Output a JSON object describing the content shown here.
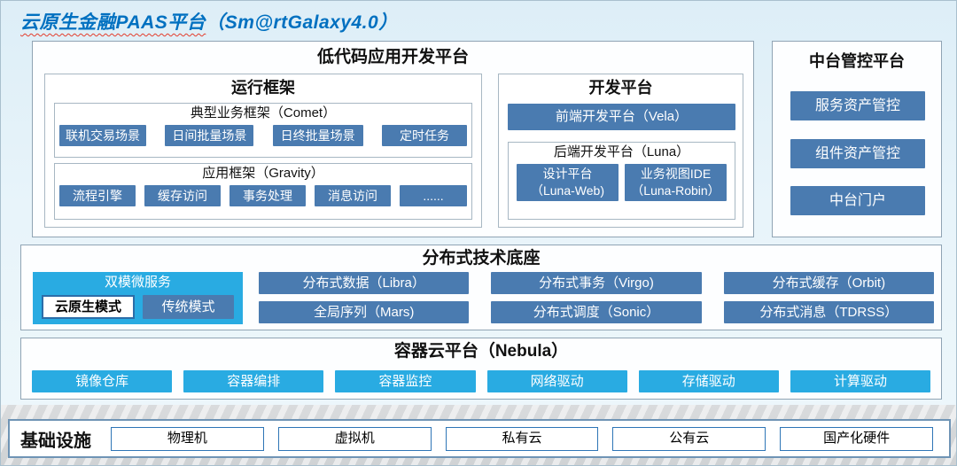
{
  "title": {
    "main": "云原生金融PAAS平台",
    "suffix": "（Sm@rtGalaxy4.0）"
  },
  "colors": {
    "title_blue": "#0070c0",
    "steel_blue": "#4a7bb0",
    "cyan": "#29abe2",
    "page_bg": "#e8f4fa"
  },
  "low_code_platform": {
    "title": "低代码应用开发平台",
    "runtime_framework": {
      "title": "运行框架",
      "business_framework": {
        "title": "典型业务框架（Comet）",
        "items": [
          "联机交易场景",
          "日间批量场景",
          "日终批量场景",
          "定时任务"
        ]
      },
      "app_framework": {
        "title": "应用框架（Gravity）",
        "items": [
          "流程引擎",
          "缓存访问",
          "事务处理",
          "消息访问",
          "......"
        ]
      }
    },
    "dev_platform": {
      "title": "开发平台",
      "frontend": "前端开发平台（Vela）",
      "backend": {
        "title": "后端开发平台（Luna）",
        "items": [
          {
            "line1": "设计平台",
            "line2": "（Luna-Web)"
          },
          {
            "line1": "业务视图IDE",
            "line2": "（Luna-Robin）"
          }
        ]
      }
    }
  },
  "middle_platform": {
    "title": "中台管控平台",
    "items": [
      "服务资产管控",
      "组件资产管控",
      "中台门户"
    ]
  },
  "distributed_base": {
    "title": "分布式技术底座",
    "dual_mode": {
      "title": "双模微服务",
      "cloud_native": "云原生模式",
      "traditional": "传统模式"
    },
    "items": [
      "分布式数据（Libra）",
      "分布式事务（Virgo)",
      "分布式缓存（Orbit)",
      "全局序列（Mars)",
      "分布式调度（Sonic）",
      "分布式消息（TDRSS）"
    ]
  },
  "container_platform": {
    "title": "容器云平台（Nebula）",
    "items": [
      "镜像仓库",
      "容器编排",
      "容器监控",
      "网络驱动",
      "存储驱动",
      "计算驱动"
    ]
  },
  "infrastructure": {
    "title": "基础设施",
    "items": [
      "物理机",
      "虚拟机",
      "私有云",
      "公有云",
      "国产化硬件"
    ]
  }
}
